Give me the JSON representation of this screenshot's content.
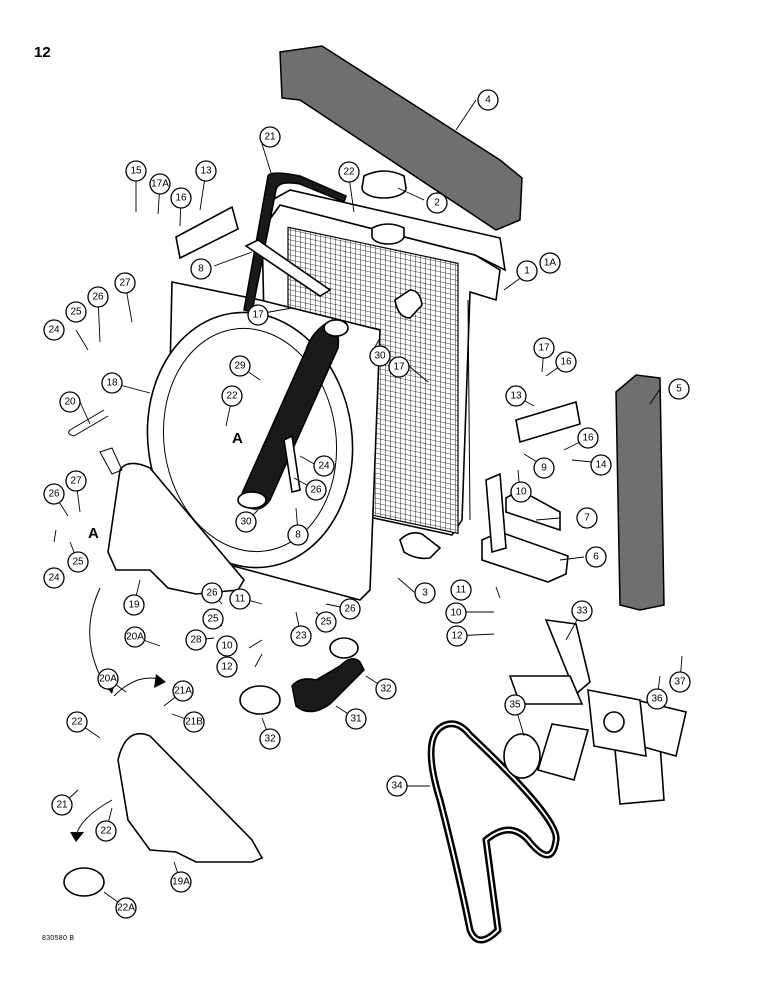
{
  "page_number": "12",
  "drawing_code": "830580 B",
  "section_marker": "A",
  "callouts": [
    "1",
    "1A",
    "2",
    "3",
    "4",
    "5",
    "6",
    "7",
    "8",
    "9",
    "10",
    "11",
    "12",
    "13",
    "14",
    "15",
    "16",
    "17",
    "17A",
    "18",
    "19",
    "19A",
    "20",
    "20A",
    "21",
    "21A",
    "21B",
    "22",
    "22A",
    "23",
    "24",
    "25",
    "26",
    "27",
    "28",
    "29",
    "30",
    "31",
    "32",
    "33",
    "34",
    "35",
    "36",
    "37"
  ]
}
